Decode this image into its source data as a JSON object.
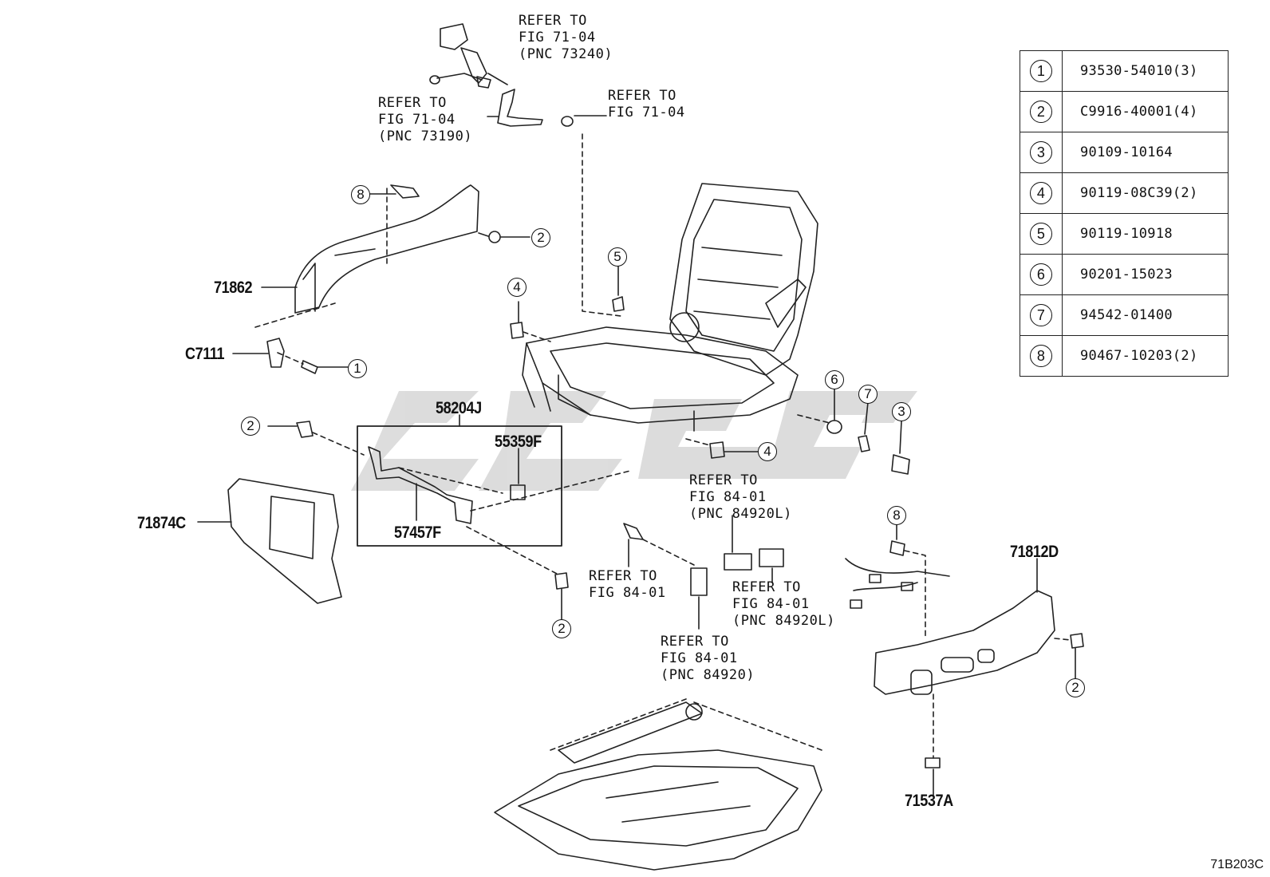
{
  "legend": [
    {
      "key": "1",
      "part": "93530-54010(3)"
    },
    {
      "key": "2",
      "part": "C9916-40001(4)"
    },
    {
      "key": "3",
      "part": "90109-10164"
    },
    {
      "key": "4",
      "part": "90119-08C39(2)"
    },
    {
      "key": "5",
      "part": "90119-10918"
    },
    {
      "key": "6",
      "part": "90201-15023"
    },
    {
      "key": "7",
      "part": "94542-01400"
    },
    {
      "key": "8",
      "part": "90467-10203(2)"
    }
  ],
  "parts": {
    "p71862": "71862",
    "pC7111": "C7111",
    "p58204J": "58204J",
    "p55359F": "55359F",
    "p57457F": "57457F",
    "p71874C": "71874C",
    "p71812D": "71812D",
    "p71537A": "71537A"
  },
  "refs": {
    "r1": "REFER TO\nFIG 71-04\n(PNC 73240)",
    "r2": "REFER TO\nFIG 71-04\n(PNC 73190)",
    "r3": "REFER TO\nFIG 71-04",
    "r4": "REFER TO\nFIG 84-01\n(PNC 84920L)",
    "r5": "REFER TO\nFIG 84-01",
    "r6": "REFER TO\nFIG 84-01\n(PNC 84920L)",
    "r7": "REFER TO\nFIG 84-01\n(PNC 84920)"
  },
  "callouts": {
    "c8a": "8",
    "c2a": "2",
    "c5": "5",
    "c4a": "4",
    "c1": "1",
    "c2b": "2",
    "c6": "6",
    "c7": "7",
    "c3": "3",
    "c4b": "4",
    "c8b": "8",
    "c2c": "2",
    "c2d": "2"
  },
  "diagram_code": "71B203C",
  "watermark_color": "#d9d9d9"
}
